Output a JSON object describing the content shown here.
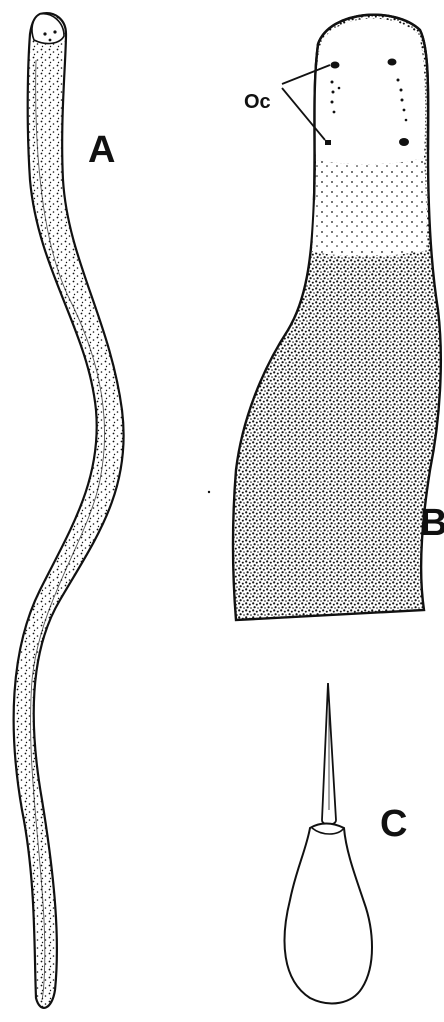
{
  "labels": {
    "panel_a": "A",
    "panel_b": "B",
    "panel_c": "C",
    "oc": "Oc"
  },
  "colors": {
    "ink": "#111111",
    "paper": "#ffffff"
  }
}
